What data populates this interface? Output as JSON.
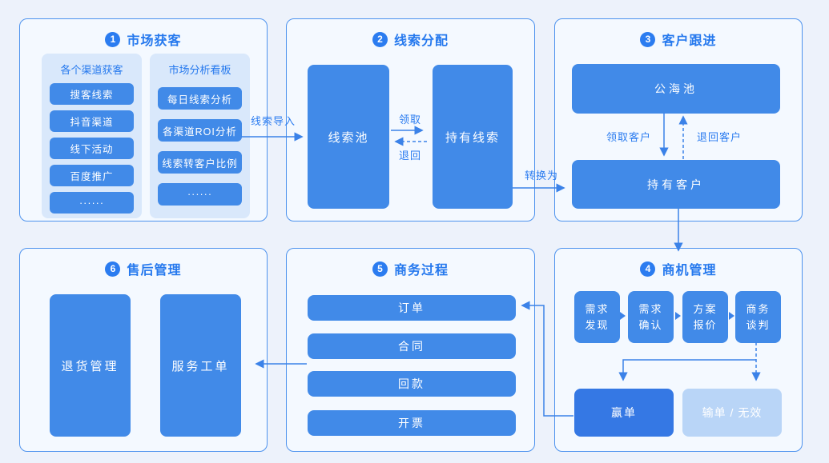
{
  "colors": {
    "accent": "#2B7CF0",
    "box_blue": "#418AE8",
    "win_blue": "#3578E4",
    "lose_light_blue": "#B9D5F7",
    "panel_bg": "#F4F9FF",
    "subpanel_bg": "#D9E8FB",
    "page_bg": "#EDF2FB",
    "panel_border": "#4E93EE",
    "arrow": "#3B82E8",
    "title_text": "#2679EE"
  },
  "panels": {
    "p1": {
      "badge": "1",
      "title": "市场获客",
      "sub_left": {
        "title": "各个渠道获客",
        "items": [
          "搜客线索",
          "抖音渠道",
          "线下活动",
          "百度推广",
          "······"
        ]
      },
      "sub_right": {
        "title": "市场分析看板",
        "items": [
          "每日线索分析",
          "各渠道ROI分析",
          "线索转客户比例",
          "······"
        ]
      }
    },
    "p2": {
      "badge": "2",
      "title": "线索分配",
      "lead_pool": "线索池",
      "held_leads": "持有线索",
      "claim_label": "领取",
      "return_label": "退回"
    },
    "p3": {
      "badge": "3",
      "title": "客户跟进",
      "public_pool": "公海池",
      "held_customers": "持有客户",
      "claim_label": "领取客户",
      "return_label": "退回客户"
    },
    "p4": {
      "badge": "4",
      "title": "商机管理",
      "stages": [
        "需求发现",
        "需求确认",
        "方案报价",
        "商务谈判"
      ],
      "win": "赢单",
      "lose": "输单 / 无效"
    },
    "p5": {
      "badge": "5",
      "title": "商务过程",
      "bars": [
        "订单",
        "合同",
        "回款",
        "开票"
      ]
    },
    "p6": {
      "badge": "6",
      "title": "售后管理",
      "return_mgmt": "退货管理",
      "service_ticket": "服务工单"
    }
  },
  "connectors": {
    "lead_import": "线索导入",
    "convert_to": "转换为"
  }
}
